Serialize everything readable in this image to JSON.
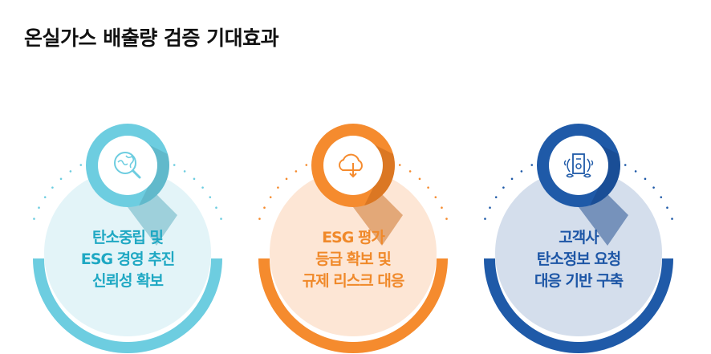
{
  "title": "온실가스 배출량 검증 기대효과",
  "items": [
    {
      "icon": "magnifier-gears-icon",
      "lines": [
        "탄소중립 및",
        "ESG 경영 추진",
        "신뢰성 확보"
      ],
      "ring": "#6dcde0",
      "fill": "#e3f4f8",
      "shadow": "#5aabbd",
      "text": "#1fa8c3"
    },
    {
      "icon": "cloud-download-icon",
      "lines": [
        "ESG 평가",
        "등급 확보 및",
        "규제 리스크 대응"
      ],
      "ring": "#f58b2e",
      "fill": "#fde6d5",
      "shadow": "#c96a1c",
      "text": "#f0892a"
    },
    {
      "icon": "certificate-laurel-icon",
      "lines": [
        "고객사",
        "탄소정보 요청",
        "대응 기반 구축"
      ],
      "ring": "#1f5aa8",
      "fill": "#d4deec",
      "shadow": "#17468a",
      "text": "#1d56a6"
    }
  ]
}
